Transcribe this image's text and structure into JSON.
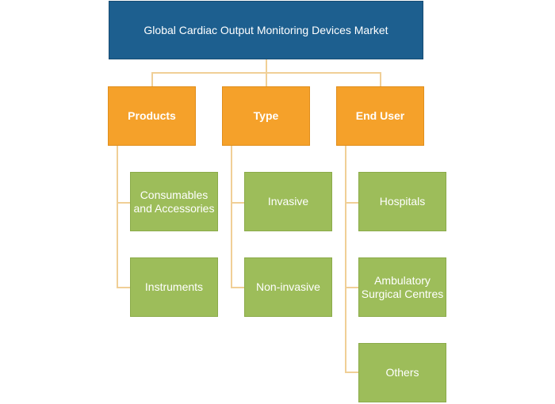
{
  "colors": {
    "root": "#1d5f8f",
    "category": "#f5a12a",
    "leaf": "#9dbd5a",
    "connector": "#f0cf96"
  },
  "root": {
    "label": "Global Cardiac Output Monitoring Devices Market"
  },
  "categories": [
    {
      "label": "Products",
      "items": [
        "Consumables and Accessories",
        "Instruments"
      ]
    },
    {
      "label": "Type",
      "items": [
        "Invasive",
        "Non-invasive"
      ]
    },
    {
      "label": "End User",
      "items": [
        "Hospitals",
        "Ambulatory Surgical Centres",
        "Others"
      ]
    }
  ]
}
